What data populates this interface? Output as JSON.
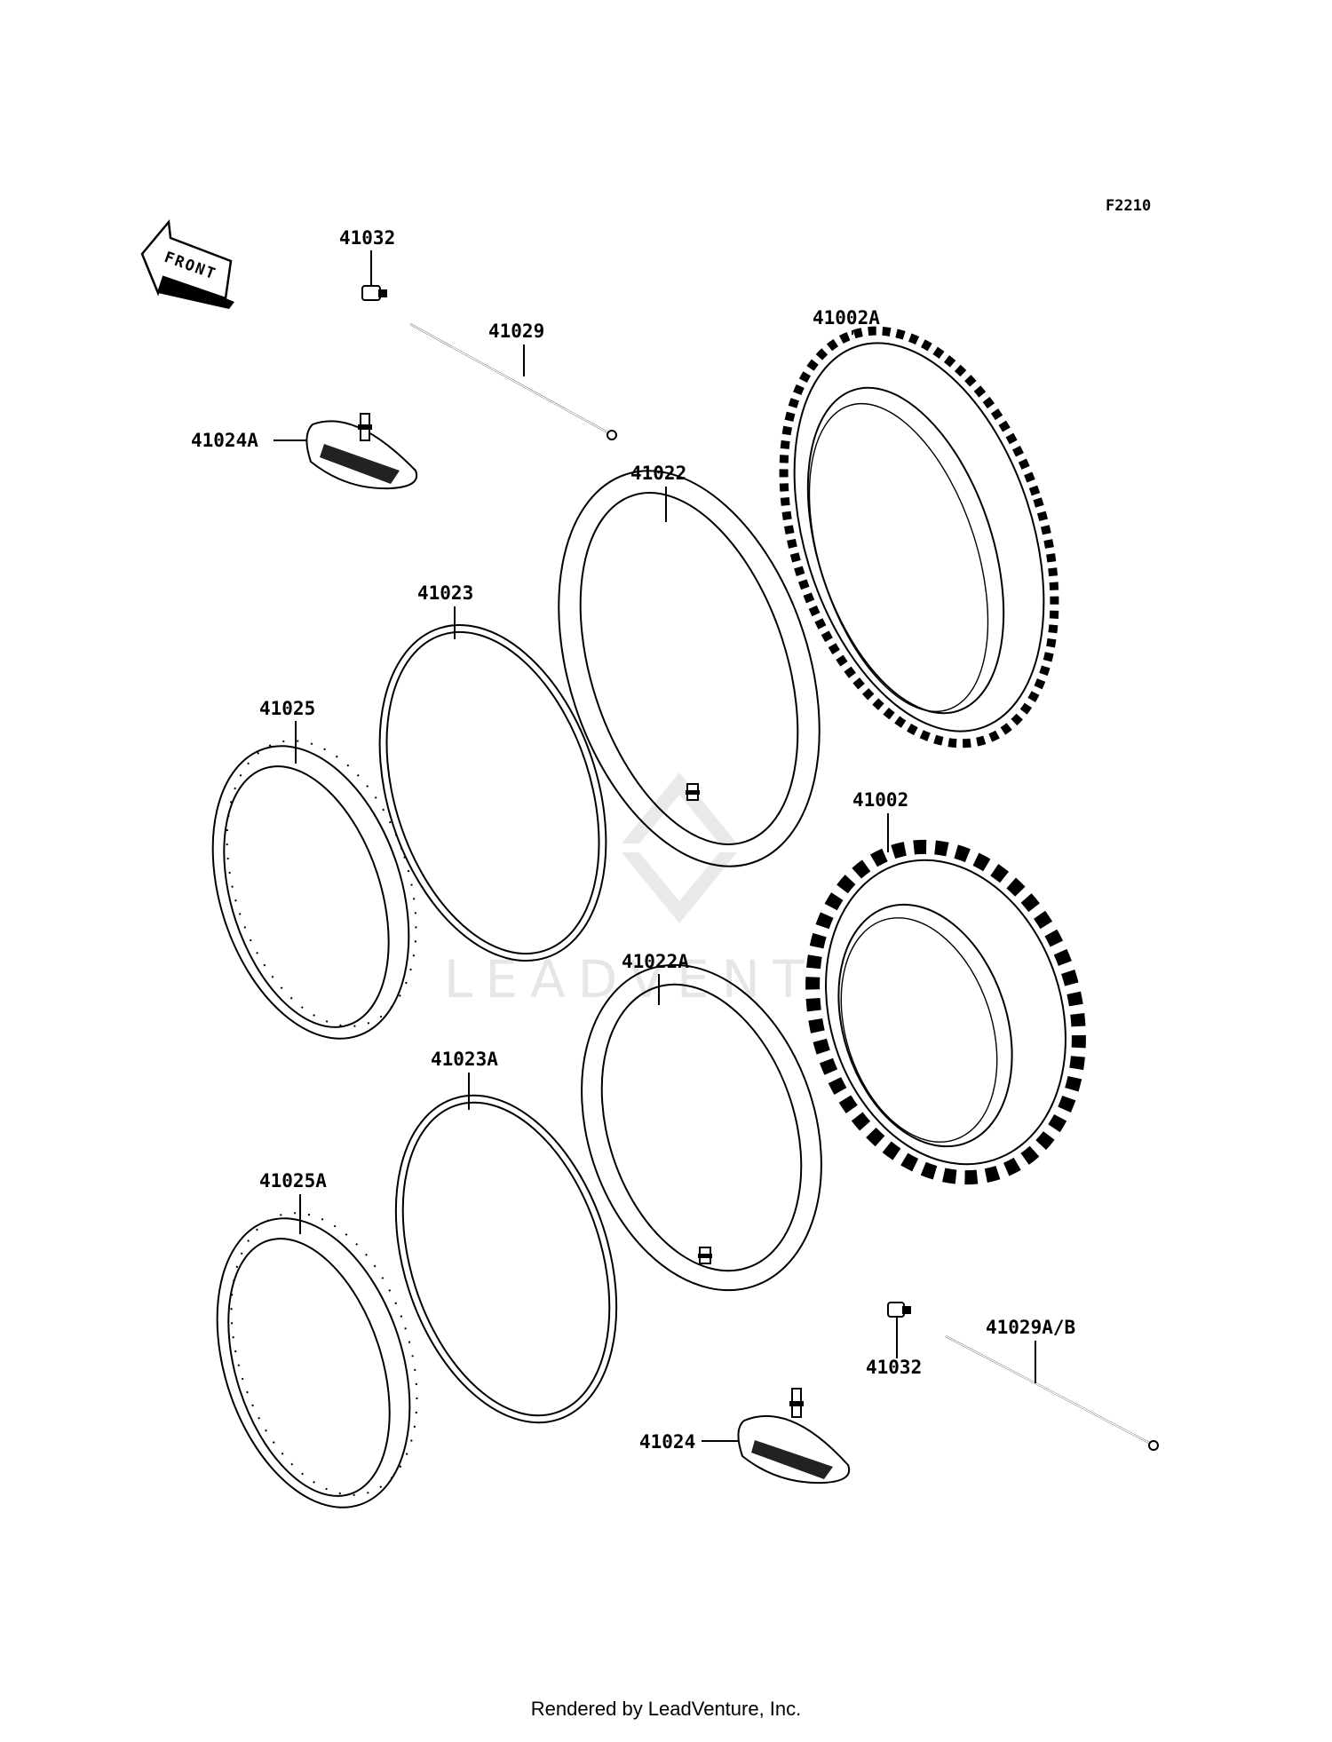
{
  "diagram_code": "F2210",
  "front_label": "FRONT",
  "watermark": "LEADVENTURE",
  "footer": "Rendered by LeadVenture, Inc.",
  "parts": {
    "p41032_top": "41032",
    "p41029": "41029",
    "p41024A": "41024A",
    "p41002A": "41002A",
    "p41022": "41022",
    "p41023": "41023",
    "p41025": "41025",
    "p41002": "41002",
    "p41022A": "41022A",
    "p41023A": "41023A",
    "p41025A": "41025A",
    "p41029AB": "41029A/B",
    "p41032_bot": "41032",
    "p41024": "41024"
  }
}
